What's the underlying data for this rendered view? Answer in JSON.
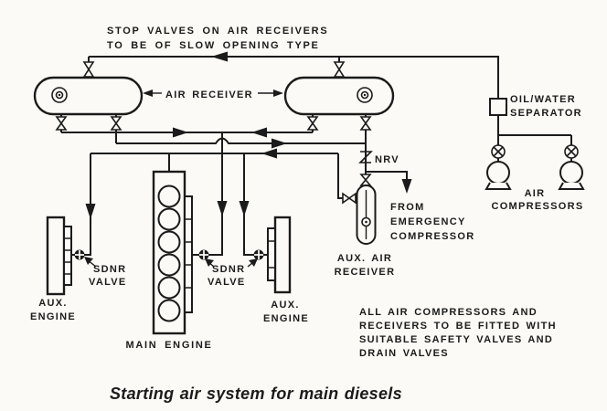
{
  "colors": {
    "ink": "#1b1b1b",
    "paper": "#fbfaf6"
  },
  "top_note": {
    "lines": [
      "STOP VALVES ON AIR RECEIVERS",
      "TO BE OF SLOW OPENING TYPE"
    ]
  },
  "receivers": {
    "label": "AIR RECEIVER"
  },
  "separator": {
    "lines": [
      "OIL/WATER",
      "SEPARATOR"
    ]
  },
  "compressors": {
    "lines": [
      "AIR",
      "COMPRESSORS"
    ]
  },
  "nrv": {
    "label": "NRV"
  },
  "emergency": {
    "lines": [
      "FROM",
      "EMERGENCY",
      "COMPRESSOR"
    ]
  },
  "aux_air_receiver": {
    "lines": [
      "AUX. AIR",
      "RECEIVER"
    ]
  },
  "sdnr_left": {
    "lines": [
      "SDNR",
      "VALVE"
    ]
  },
  "sdnr_main": {
    "lines": [
      "SDNR",
      "VALVE"
    ]
  },
  "aux_engine_left": {
    "lines": [
      "AUX.",
      "ENGINE"
    ]
  },
  "aux_engine_right": {
    "lines": [
      "AUX.",
      "ENGINE"
    ]
  },
  "main_engine": {
    "label": "MAIN ENGINE"
  },
  "bottom_note": {
    "lines": [
      "ALL AIR COMPRESSORS AND",
      "RECEIVERS TO BE FITTED WITH",
      "SUITABLE SAFETY VALVES AND",
      "DRAIN VALVES"
    ]
  },
  "caption": "Starting air system for main diesels"
}
